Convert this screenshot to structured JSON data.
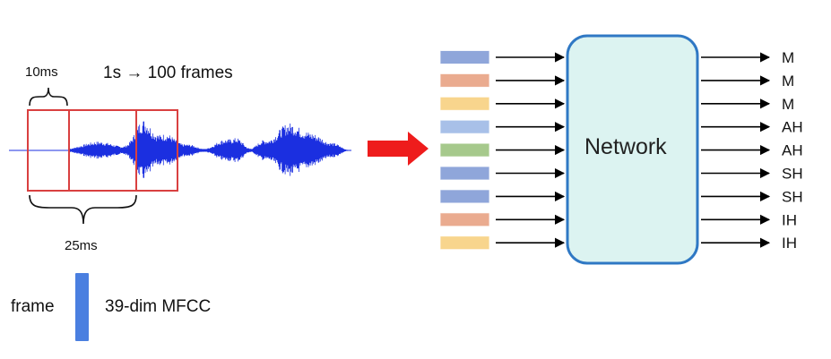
{
  "waveform": {
    "label_10ms": "10ms",
    "label_25ms": "25ms",
    "label_rate": "1s → 100 frames",
    "color_wave": "#1b2fe0",
    "color_frame": "#d94040"
  },
  "arrow": {
    "color": "#ee1c1c"
  },
  "network": {
    "label": "Network",
    "fill": "#dcf3f1",
    "stroke": "#2f78c4"
  },
  "input_frames": [
    {
      "color": "#8fa6da"
    },
    {
      "color": "#eaab8f"
    },
    {
      "color": "#f8d58d"
    },
    {
      "color": "#a8c0e8"
    },
    {
      "color": "#a6c98c"
    },
    {
      "color": "#8fa6da"
    },
    {
      "color": "#8fa6da"
    },
    {
      "color": "#eaab8f"
    },
    {
      "color": "#f8d58d"
    }
  ],
  "outputs": [
    "M",
    "M",
    "M",
    "AH",
    "AH",
    "SH",
    "SH",
    "IH",
    "IH"
  ],
  "legend": {
    "frame_label": "frame",
    "feature_label": "39-dim MFCC",
    "bar_color": "#4a7fe0"
  }
}
